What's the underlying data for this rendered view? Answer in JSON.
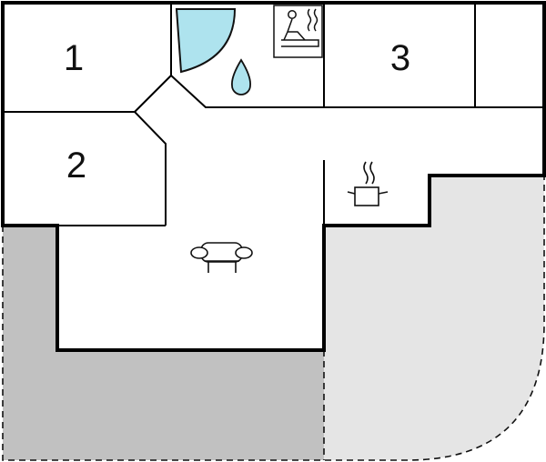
{
  "floorplan": {
    "rooms": [
      {
        "id": "room-1",
        "label": "1"
      },
      {
        "id": "room-2",
        "label": "2"
      },
      {
        "id": "room-3",
        "label": "3"
      }
    ],
    "icons": [
      {
        "name": "shower-icon"
      },
      {
        "name": "water-drop-icon"
      },
      {
        "name": "sauna-icon"
      },
      {
        "name": "kitchen-pot-icon"
      },
      {
        "name": "sofa-icon"
      }
    ],
    "areas": [
      {
        "name": "terrace-covered",
        "fill": "#c1c1c1"
      },
      {
        "name": "terrace-open",
        "fill": "#e5e5e5"
      }
    ],
    "colors": {
      "wall": "#000000",
      "water": "#aee3ee",
      "interior": "#ffffff"
    }
  }
}
